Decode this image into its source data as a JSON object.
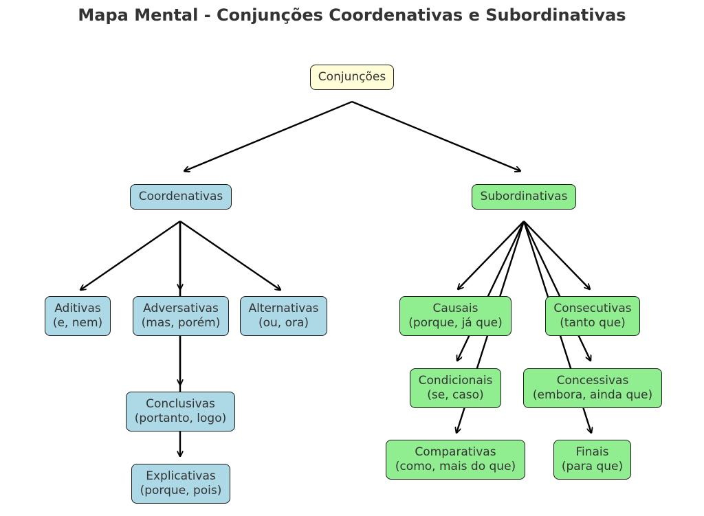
{
  "title": "Mapa Mental - Conjunções Coordenativas e Subordinativas",
  "colors": {
    "root": "#fffdd8",
    "coordenativas": "#add8e6",
    "subordinativas": "#90ee90",
    "edge": "#000000",
    "text": "#333333"
  },
  "nodes": {
    "root": {
      "label": "Conjunções"
    },
    "coordenativas": {
      "label": "Coordenativas"
    },
    "subordinativas": {
      "label": "Subordinativas"
    },
    "aditivas": {
      "label": "Aditivas",
      "examples": "(e, nem)"
    },
    "adversativas": {
      "label": "Adversativas",
      "examples": "(mas, porém)"
    },
    "alternativas": {
      "label": "Alternativas",
      "examples": "(ou, ora)"
    },
    "conclusivas": {
      "label": "Conclusivas",
      "examples": "(portanto, logo)"
    },
    "explicativas": {
      "label": "Explicativas",
      "examples": "(porque, pois)"
    },
    "causais": {
      "label": "Causais",
      "examples": "(porque, já que)"
    },
    "consecutivas": {
      "label": "Consecutivas",
      "examples": "(tanto que)"
    },
    "condicionais": {
      "label": "Condicionais",
      "examples": "(se, caso)"
    },
    "concessivas": {
      "label": "Concessivas",
      "examples": "(embora, ainda que)"
    },
    "comparativas": {
      "label": "Comparativas",
      "examples": "(como, mais do que)"
    },
    "finais": {
      "label": "Finais",
      "examples": "(para que)"
    }
  },
  "edges": [
    [
      "root",
      "coordenativas"
    ],
    [
      "root",
      "subordinativas"
    ],
    [
      "coordenativas",
      "aditivas"
    ],
    [
      "coordenativas",
      "adversativas"
    ],
    [
      "coordenativas",
      "alternativas"
    ],
    [
      "coordenativas",
      "conclusivas"
    ],
    [
      "coordenativas",
      "explicativas"
    ],
    [
      "subordinativas",
      "causais"
    ],
    [
      "subordinativas",
      "consecutivas"
    ],
    [
      "subordinativas",
      "condicionais"
    ],
    [
      "subordinativas",
      "concessivas"
    ],
    [
      "subordinativas",
      "comparativas"
    ],
    [
      "subordinativas",
      "finais"
    ]
  ]
}
